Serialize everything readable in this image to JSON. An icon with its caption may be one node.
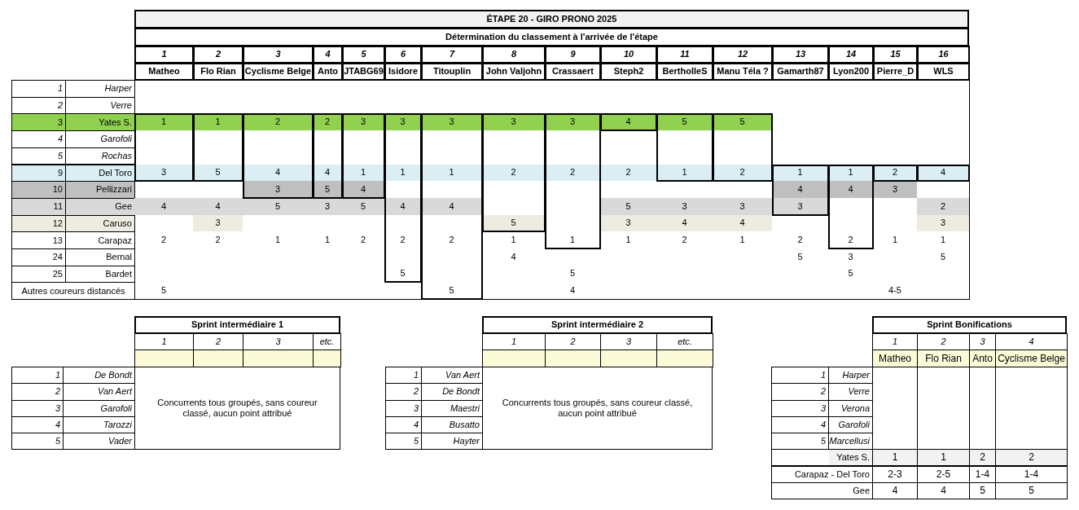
{
  "diagram": {
    "title": "ÉTAPE 20 - GIRO PRONO 2025",
    "labels": [
      "Détermination du classement à l'arrivée de l'étape",
      "1",
      "2",
      "3",
      "4",
      "5",
      "6",
      "7",
      "8",
      "9",
      "10",
      "11",
      "12",
      "13",
      "14",
      "15",
      "16",
      "Matheo",
      "Flo Rian",
      "Cyclisme Belge",
      "Anto",
      "JTABG69",
      "Isidore",
      "Titouplin",
      "John Valjohn",
      "Crassaert",
      "Steph2",
      "BertholleS",
      "Manu Téla ?",
      "Gamarth87",
      "Lyon200",
      "Pierre_D",
      "WLS",
      "1",
      "Harper",
      "2",
      "Verre",
      "3",
      "Yates S.",
      "1",
      "1",
      "2",
      "2",
      "3",
      "3",
      "3",
      "3",
      "3",
      "4",
      "5",
      "5",
      "4",
      "Garofoli",
      "5",
      "Rochas",
      "9",
      "Del Toro",
      "3",
      "5",
      "4",
      "4",
      "1",
      "1",
      "1",
      "2",
      "2",
      "2",
      "1",
      "2",
      "1",
      "1",
      "2",
      "4",
      "10",
      "Pellizzari",
      "3",
      "5",
      "4",
      "4",
      "4",
      "3",
      "11",
      "Gee",
      "4",
      "4",
      "5",
      "3",
      "5",
      "4",
      "4",
      "5",
      "3",
      "3",
      "3",
      "2",
      "12",
      "Caruso",
      "3",
      "5",
      "3",
      "4",
      "4",
      "3",
      "13",
      "Carapaz",
      "2",
      "2",
      "1",
      "1",
      "2",
      "2",
      "2",
      "1",
      "1",
      "1",
      "2",
      "1",
      "2",
      "2",
      "1",
      "1",
      "24",
      "Bernal",
      "4",
      "5",
      "3",
      "5",
      "25",
      "Bardet",
      "5",
      "5",
      "5",
      "Autres coureurs distancés",
      "5",
      "5",
      "4",
      "4-5",
      "Sprint intermédiaire 1",
      "1",
      "2",
      "3",
      "etc.",
      "1",
      "De Bondt",
      "2",
      "Van Aert",
      "3",
      "Garofoli",
      "4",
      "Tarozzi",
      "5",
      "Vader",
      "Concurrents tous groupés, sans coureur classé, aucun point attribué",
      "Sprint intermédiaire 2",
      "1",
      "2",
      "3",
      "etc.",
      "1",
      "Van Aert",
      "2",
      "De Bondt",
      "3",
      "Maestri",
      "4",
      "Busatto",
      "5",
      "Hayter",
      "Concurrents tous groupés, sans coureur classé, aucun point attribué",
      "Sprint Bonifications",
      "1",
      "2",
      "3",
      "4",
      "Matheo",
      "Flo Rian",
      "Anto",
      "Cyclisme Belge",
      "1",
      "Harper",
      "2",
      "Verre",
      "3",
      "Verona",
      "4",
      "Garofoli",
      "5",
      "Marcellusi",
      "Yates S.",
      "1",
      "1",
      "2",
      "2",
      "Carapaz - Del Toro",
      "2-3",
      "2-5",
      "1-4",
      "1-4",
      "Gee",
      "4",
      "4",
      "5",
      "5"
    ]
  }
}
